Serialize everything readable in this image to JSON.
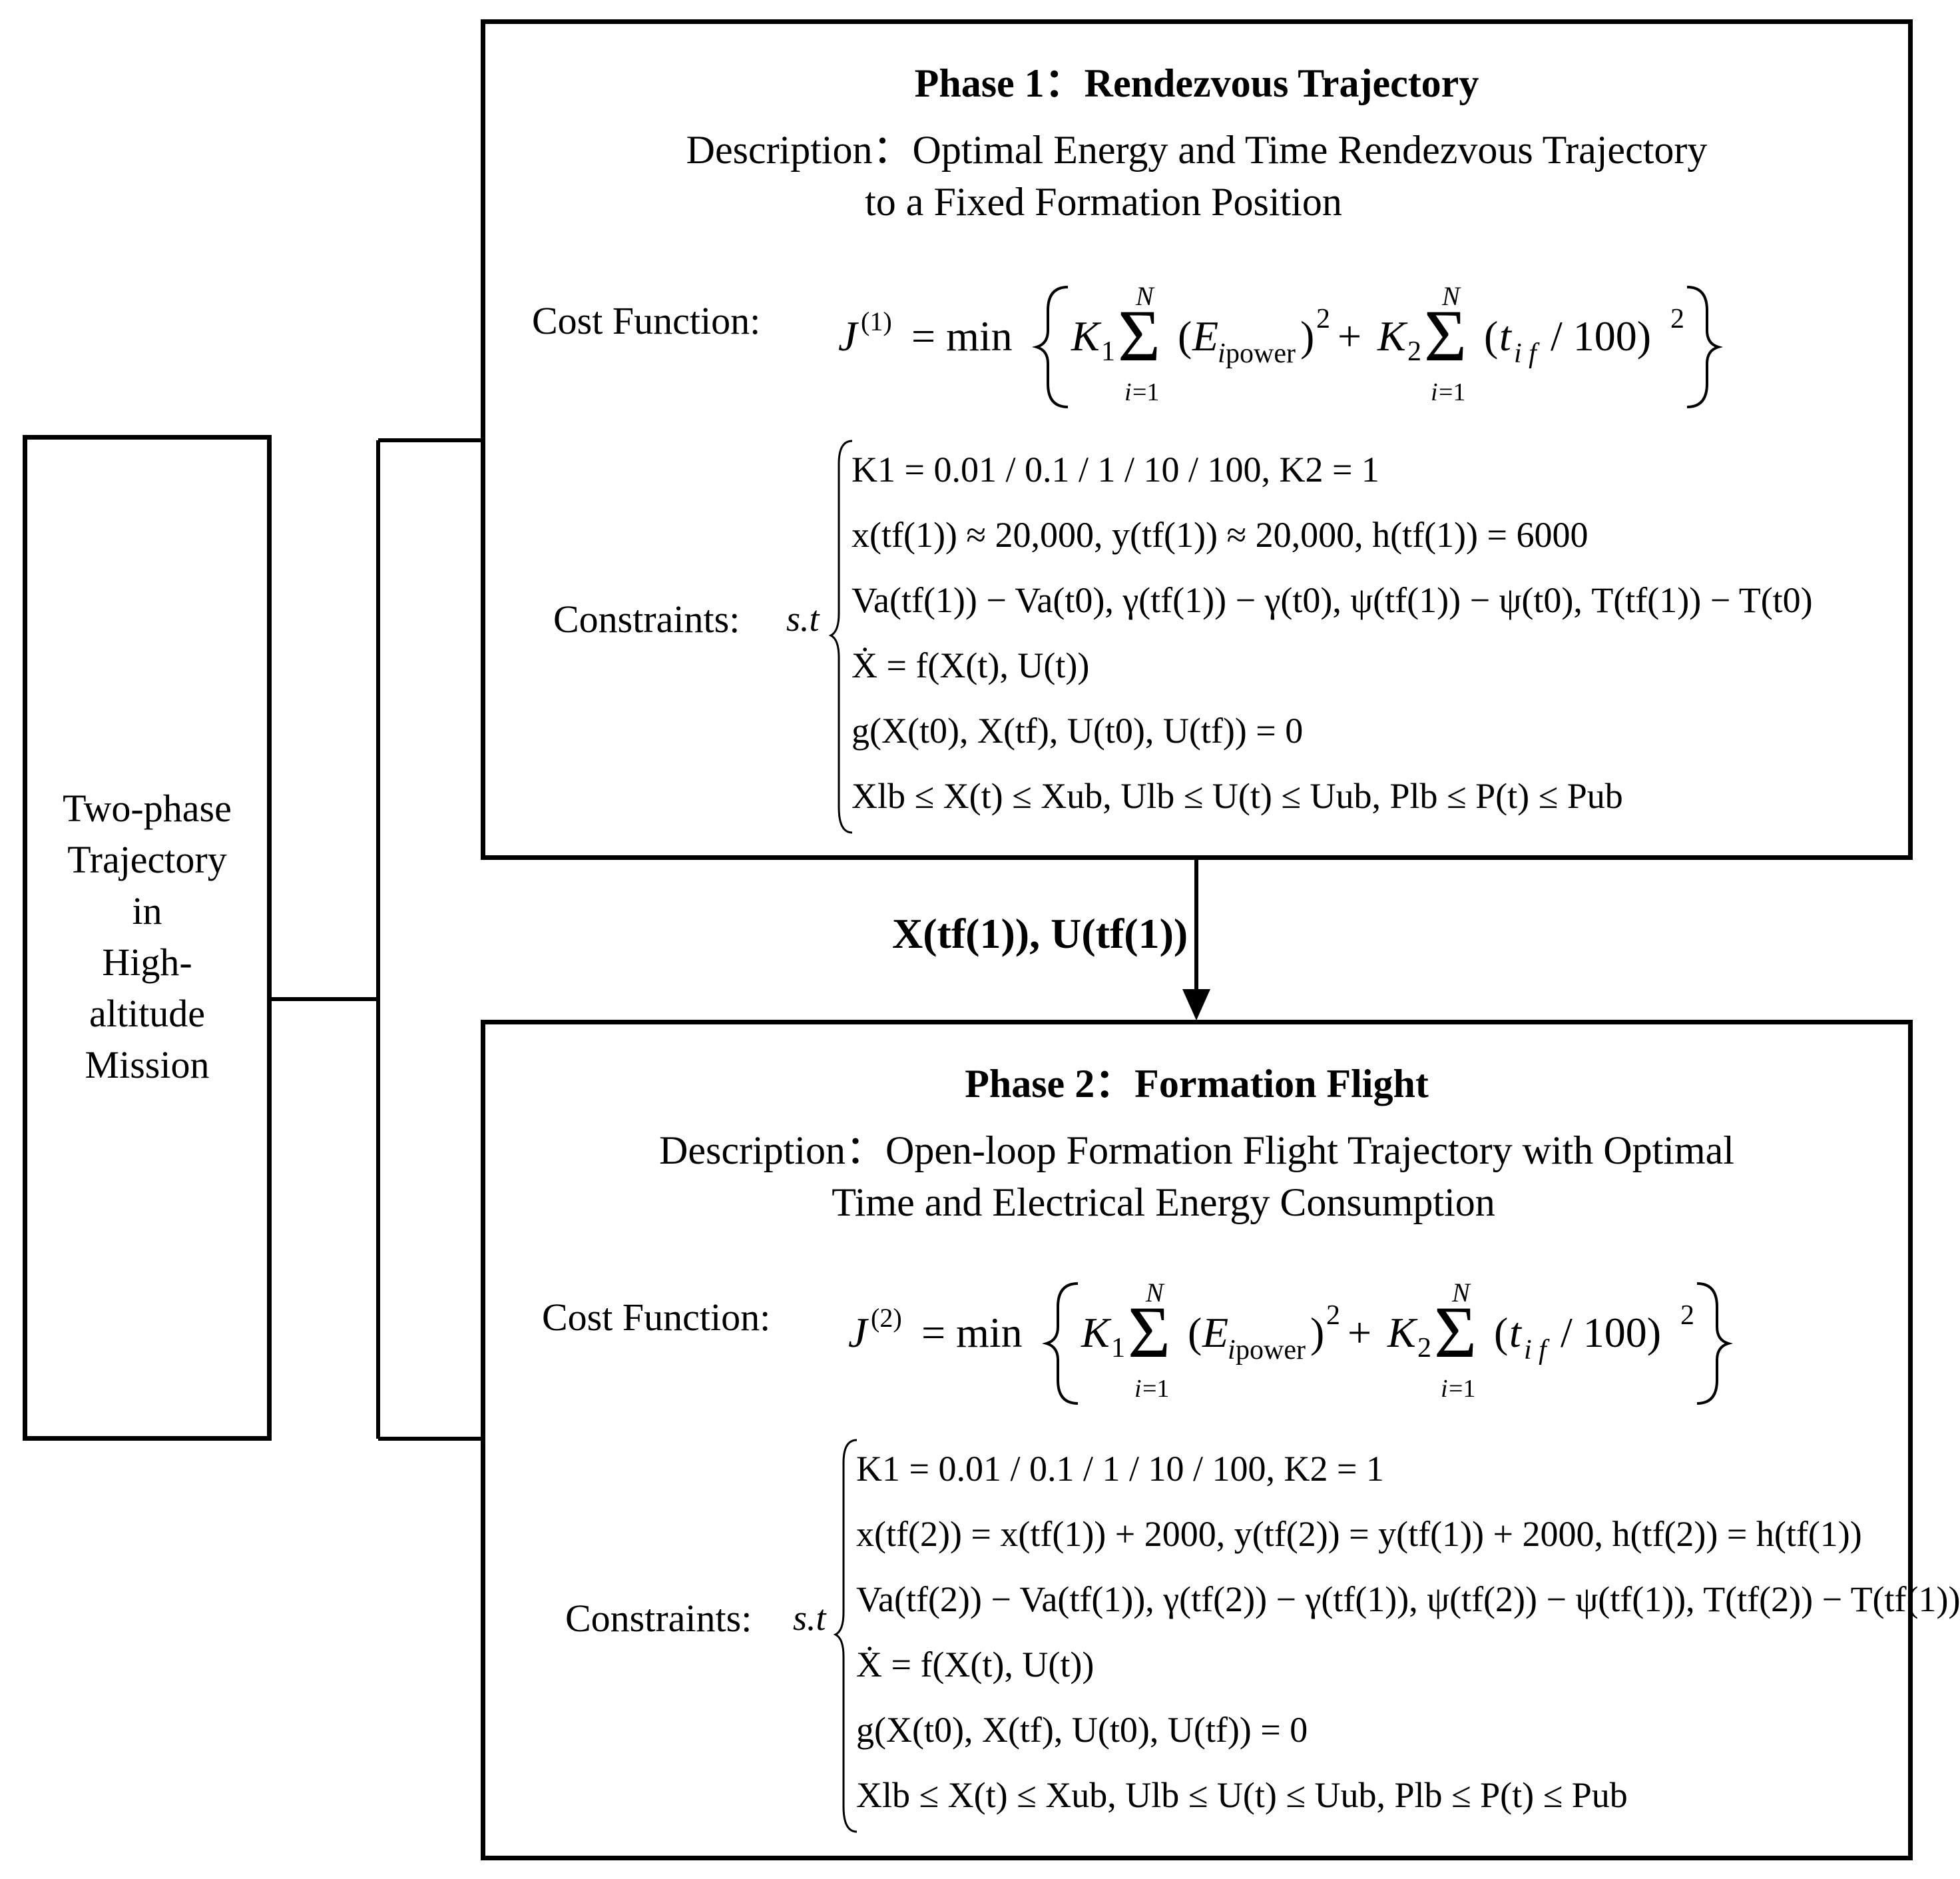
{
  "left_box": {
    "lines": [
      "Two-phase",
      "Trajectory",
      "in",
      "High-",
      "altitude",
      "Mission"
    ]
  },
  "phase1": {
    "title": "Phase 1：Rendezvous Trajectory",
    "description_line1": "Description：Optimal Energy and Time Rendezvous Trajectory",
    "description_line2": "to a Fixed Formation Position",
    "cost_label": "Cost Function:",
    "constraints_label": "Constraints:",
    "st": "s.t",
    "cost_function": "J^(1) = min{ K1 Σ_{i=1}^{N} (E_ipower)^2 + K2 Σ_{i=1}^{N} (t_if / 100)^2 }",
    "constraints": [
      "K1 = 0.01 / 0.1 / 1 / 10 / 100, K2 = 1",
      "x(tf(1)) ≈ 20,000, y(tf(1)) ≈ 20,000, h(tf(1)) = 6000",
      "Va(tf(1)) − Va(t0), γ(tf(1)) − γ(t0), ψ(tf(1)) − ψ(t0), T(tf(1)) − T(t0)",
      "Ẋ = f(X(t), U(t))",
      "g(X(t0), X(tf), U(t0), U(tf)) = 0",
      "Xlb ≤ X(t) ≤ Xub, Ulb ≤ U(t) ≤ Uub, Plb ≤ P(t) ≤ Pub"
    ]
  },
  "transfer_label": "X(tf(1)), U(tf(1))",
  "phase2": {
    "title": "Phase 2：Formation Flight",
    "description_line1": "Description：Open-loop Formation Flight Trajectory with Optimal",
    "description_line2": "Time and Electrical Energy Consumption",
    "cost_label": "Cost Function:",
    "constraints_label": "Constraints:",
    "st": "s.t",
    "cost_function": "J^(2) = min{ K1 Σ_{i=1}^{N} (E_ipower)^2 + K2 Σ_{i=1}^{N} (t_if / 100)^2 }",
    "constraints": [
      "K1 = 0.01 / 0.1 / 1 / 10 / 100, K2 = 1",
      "x(tf(2)) = x(tf(1)) + 2000, y(tf(2)) = y(tf(1)) + 2000, h(tf(2)) = h(tf(1))",
      "Va(tf(2)) − Va(tf(1)), γ(tf(2)) − γ(tf(1)), ψ(tf(2)) − ψ(tf(1)), T(tf(2)) − T(tf(1))",
      "Ẋ = f(X(t), U(t))",
      "g(X(t0), X(tf), U(t0), U(tf)) = 0",
      "Xlb ≤ X(t) ≤ Xub, Ulb ≤ U(t) ≤ Uub, Plb ≤ P(t) ≤ Pub"
    ]
  }
}
